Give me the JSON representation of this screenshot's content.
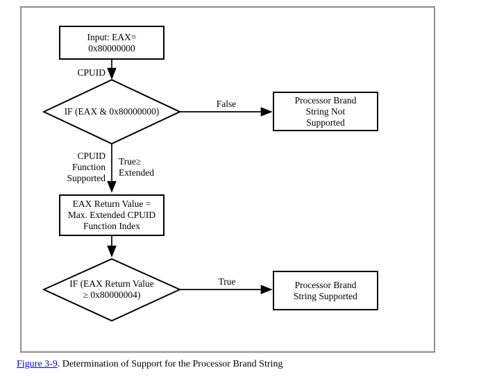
{
  "figure": {
    "caption_link": "Figure 3-9",
    "caption_text": ". Determination of Support for the Processor Brand String"
  },
  "nodes": {
    "input_box": {
      "lines": [
        "Input: EAX=",
        "0x80000000"
      ]
    },
    "decision1": {
      "lines": [
        "IF (EAX & 0x80000000)"
      ]
    },
    "not_supported_box": {
      "lines": [
        "Processor Brand",
        "String Not",
        "Supported"
      ]
    },
    "eax_return_box": {
      "lines": [
        "EAX Return Value =",
        "Max. Extended CPUID",
        "Function Index"
      ]
    },
    "decision2": {
      "lines": [
        "IF (EAX Return Value",
        "≥ 0x80000004)"
      ]
    },
    "supported_box": {
      "lines": [
        "Processor Brand",
        "String Supported"
      ]
    }
  },
  "edge_labels": {
    "cpuid": "CPUID",
    "false_branch": "False",
    "cpuid_function_supported": {
      "lines": [
        "CPUID",
        "Function",
        "Supported"
      ]
    },
    "true_extended": {
      "lines": [
        "True≥",
        "Extended"
      ]
    },
    "true_branch": "True"
  },
  "colors": {
    "stroke": "#000000",
    "container_border": "#8c8c8c",
    "link": "#0000ee",
    "background": "#ffffff"
  }
}
